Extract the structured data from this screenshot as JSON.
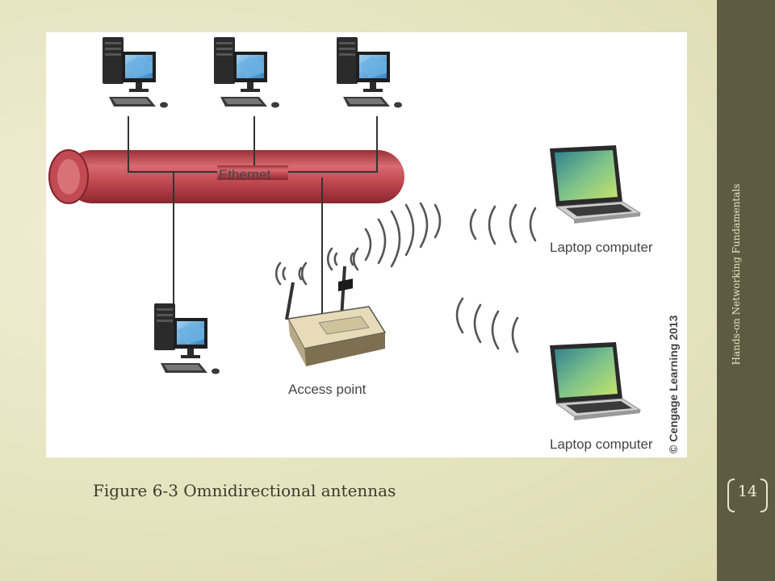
{
  "figure": {
    "ethernet_label": "Ethernet",
    "laptop_label_top": "Laptop computer",
    "laptop_label_bottom": "Laptop computer",
    "access_point_label": "Access point",
    "copyright": "© Cengage Learning 2013"
  },
  "caption": "Figure 6-3  Omnidirectional antennas",
  "sidebar": {
    "footer": "Hands-on Networking Fundamentals",
    "page_number": "14"
  },
  "colors": {
    "sidebar": "#5f5b43",
    "pipe": "#c14a53",
    "background": "#e6e4bf"
  },
  "icons": [
    "desktop-computer-icon",
    "laptop-icon",
    "access-point-icon",
    "wifi-wave-icon"
  ]
}
